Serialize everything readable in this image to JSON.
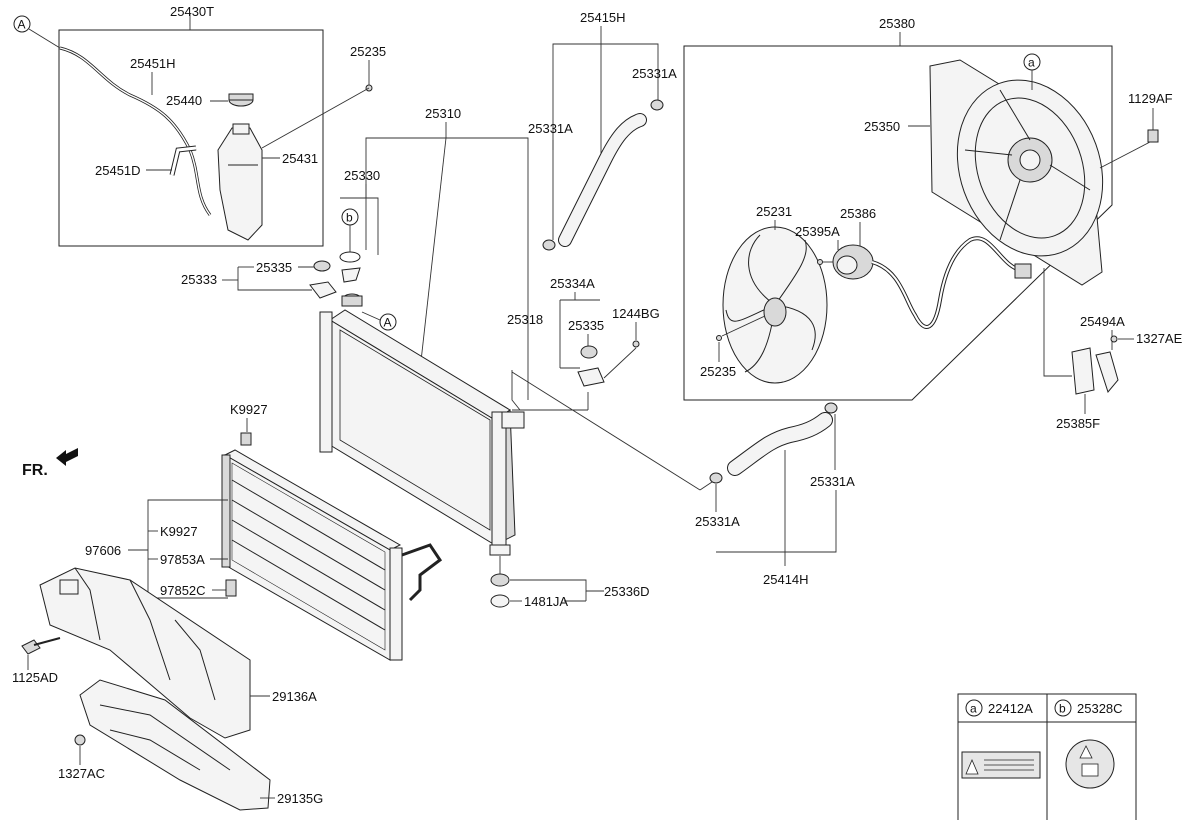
{
  "labels": {
    "p25430T": "25430T",
    "p25451H": "25451H",
    "p25440": "25440",
    "p25451D": "25451D",
    "p25431": "25431",
    "p25235_top": "25235",
    "p25310": "25310",
    "p25330": "25330",
    "p25335_a": "25335",
    "p25333": "25333",
    "p25415H": "25415H",
    "p25331A_1": "25331A",
    "p25331A_2": "25331A",
    "p25334A": "25334A",
    "p25335_b": "25335",
    "p1244BG": "1244BG",
    "p25318": "25318",
    "p25380": "25380",
    "p25350": "25350",
    "p1129AF": "1129AF",
    "p25231": "25231",
    "p25395A": "25395A",
    "p25386": "25386",
    "p25235_fan": "25235",
    "p25494A": "25494A",
    "p1327AE": "1327AE",
    "p25385F": "25385F",
    "pK9927_a": "K9927",
    "pK9927_b": "K9927",
    "p97606": "97606",
    "p97853A": "97853A",
    "p97852C": "97852C",
    "p1125AD": "1125AD",
    "p29136A": "29136A",
    "p1327AC": "1327AC",
    "p29135G": "29135G",
    "p25336D": "25336D",
    "p1481JA": "1481JA",
    "p25331A_3": "25331A",
    "p25331A_4": "25331A",
    "p25414H": "25414H",
    "fr": "FR."
  },
  "callouts": {
    "A": "A",
    "a": "a",
    "b": "b"
  },
  "legend": {
    "a_code": "22412A",
    "b_code": "25328C",
    "a_key": "a",
    "b_key": "b"
  }
}
